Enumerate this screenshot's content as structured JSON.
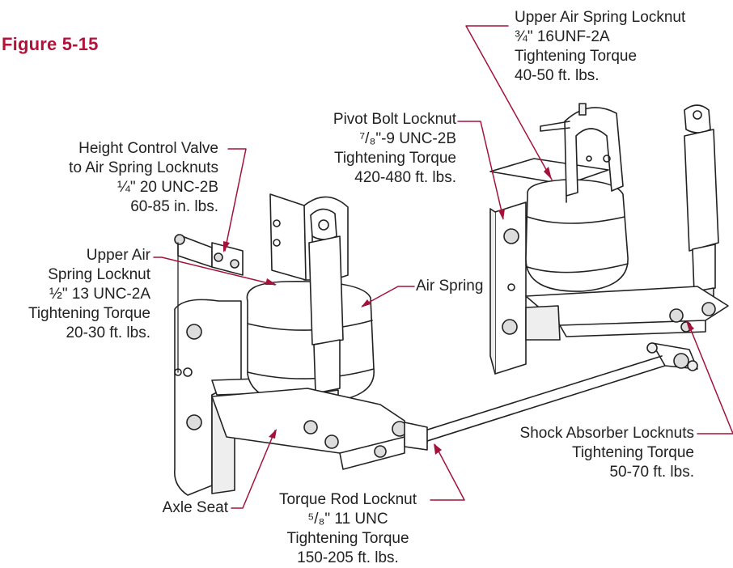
{
  "figure_label": "Figure 5-15",
  "colors": {
    "title": "#b3123a",
    "leader": "#a3123a",
    "ink": "#222222"
  },
  "callouts": {
    "upper_air_spring_locknut_right": {
      "lines": [
        "Upper Air Spring Locknut",
        "¾\" 16UNF-2A",
        "Tightening Torque",
        "40-50 ft. lbs."
      ]
    },
    "pivot_bolt_locknut": {
      "lines": [
        "Pivot Bolt Locknut",
        "⁷/₈\"-9 UNC-2B",
        "Tightening Torque",
        "420-480 ft. lbs."
      ]
    },
    "height_control_valve": {
      "lines": [
        "Height Control Valve",
        "to Air Spring Locknuts",
        "¼\" 20 UNC-2B",
        "60-85 in. lbs."
      ]
    },
    "upper_air_spring_locknut_left": {
      "lines": [
        "Upper Air",
        "Spring Locknut",
        "½\" 13 UNC-2A",
        "Tightening Torque",
        "20-30 ft. lbs."
      ]
    },
    "air_spring": {
      "lines": [
        "Air Spring"
      ]
    },
    "shock_absorber_locknuts": {
      "lines": [
        "Shock Absorber Locknuts",
        "Tightening Torque",
        "50-70 ft. lbs."
      ]
    },
    "axle_seat": {
      "lines": [
        "Axle Seat"
      ]
    },
    "torque_rod_locknut": {
      "lines": [
        "Torque Rod Locknut",
        "⁵/₈\" 11 UNC",
        "Tightening Torque",
        "150-205 ft. lbs."
      ]
    }
  }
}
